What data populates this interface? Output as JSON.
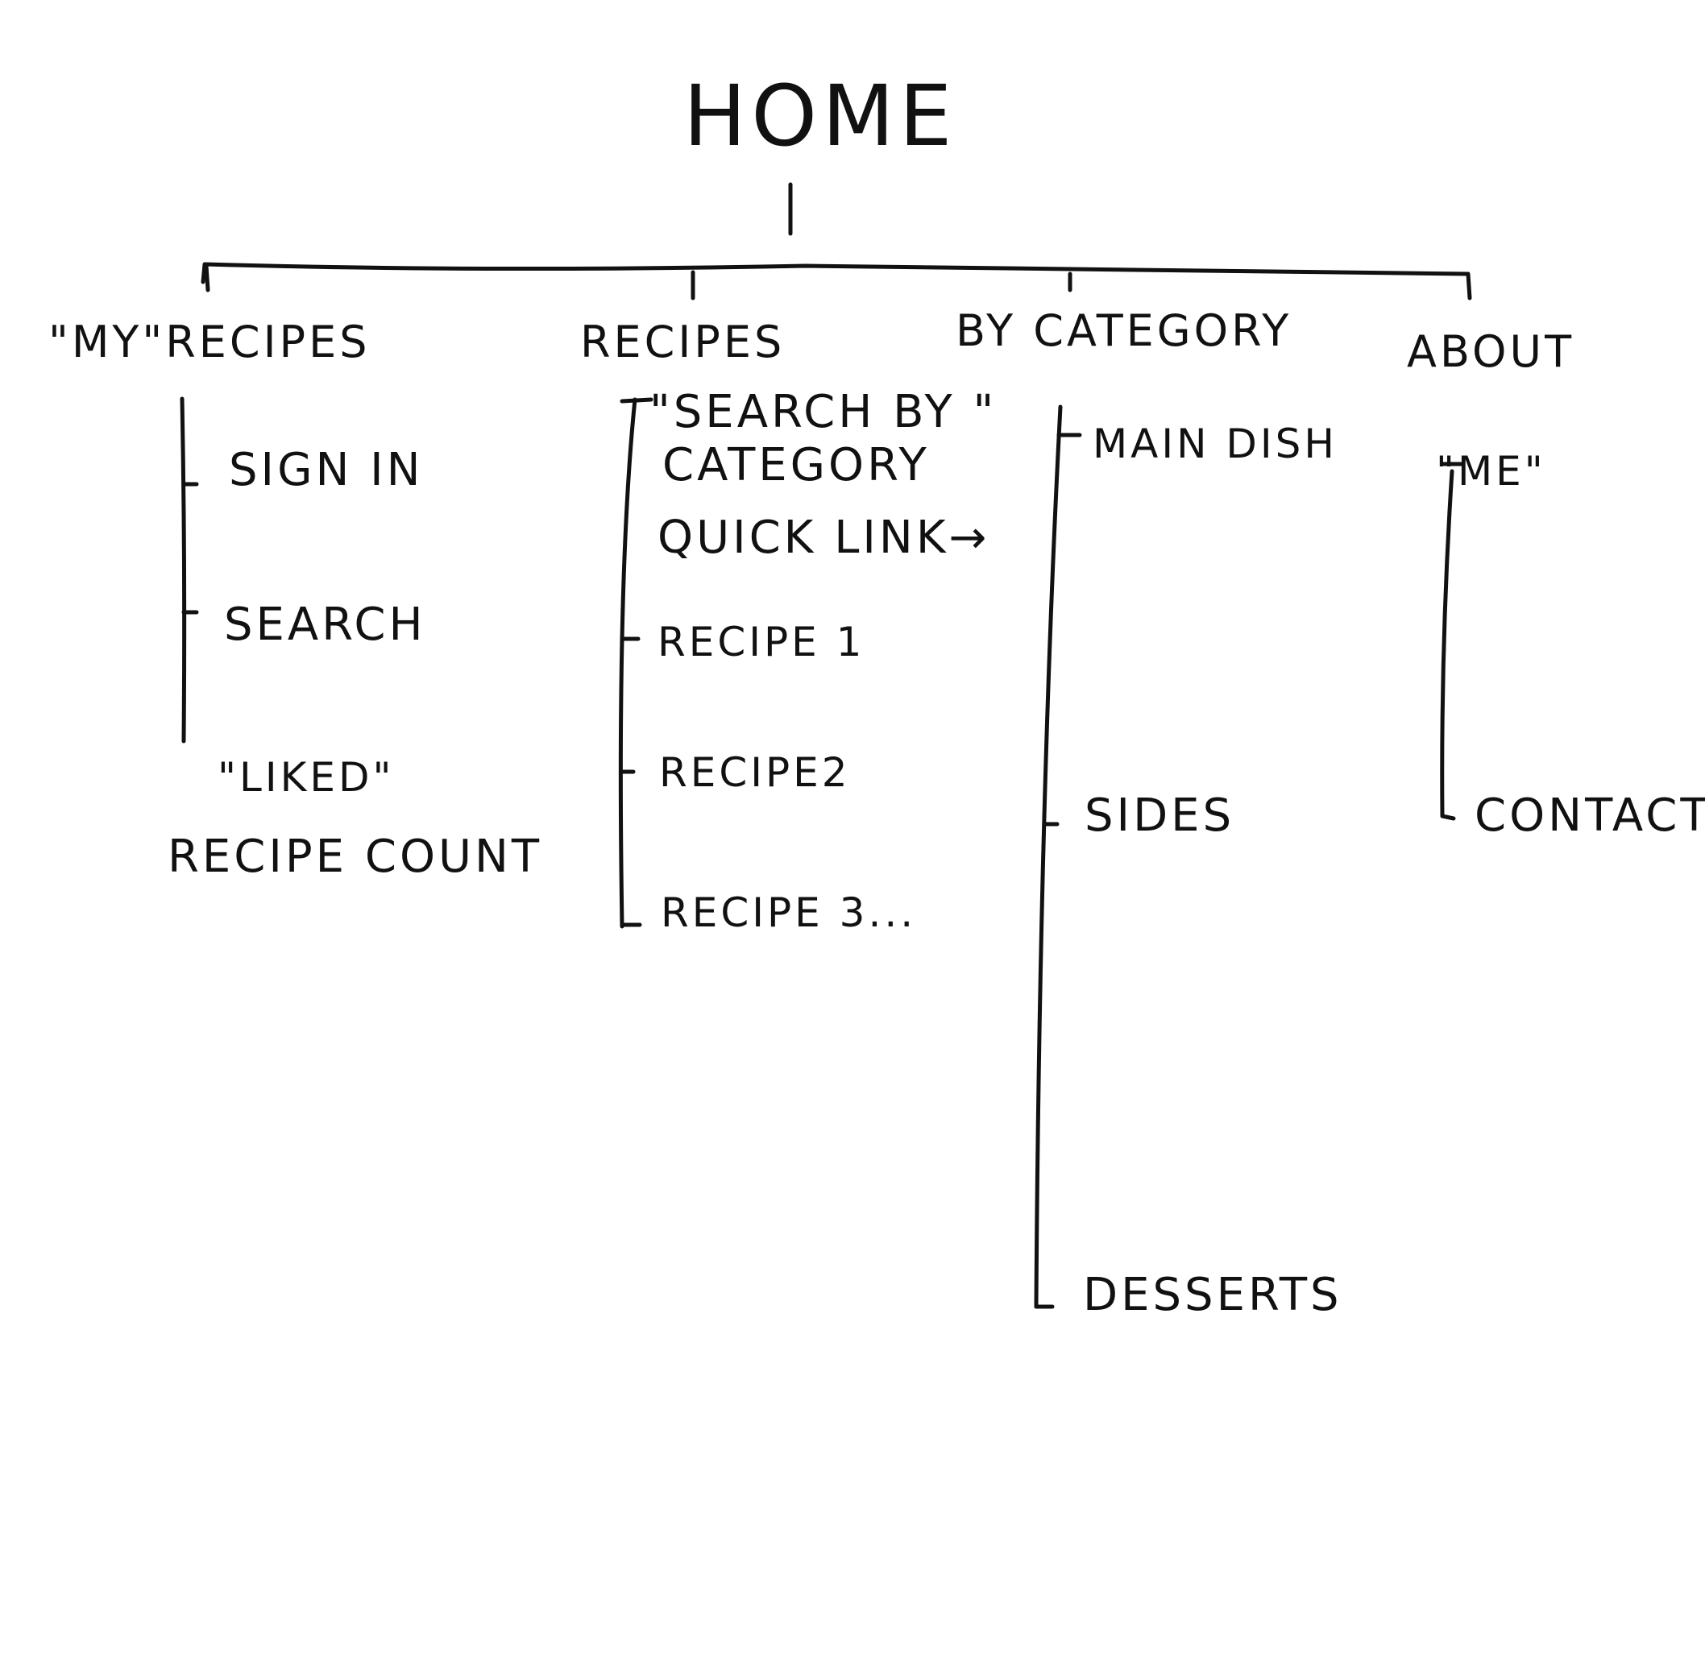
{
  "diagram": {
    "root": "HOME",
    "branches": [
      {
        "label": "\"MY\"RECIPES",
        "children": [
          "SIGN IN",
          "SEARCH"
        ],
        "notes": [
          "\"LIKED\"",
          "RECIPE COUNT"
        ]
      },
      {
        "label": "RECIPES",
        "children": [
          "\"SEARCH BY \"",
          "CATEGORY",
          "QUICK LINK→",
          "RECIPE 1",
          "RECIPE2",
          "RECIPE 3..."
        ]
      },
      {
        "label": "BY CATEGORY",
        "children": [
          "MAIN DISH",
          "SIDES",
          "DESSERTS"
        ]
      },
      {
        "label": "ABOUT",
        "children": [
          "\"ME\"",
          "CONTACT"
        ]
      }
    ]
  },
  "colors": {
    "ink": "#111111",
    "paper": "#ffffff"
  }
}
